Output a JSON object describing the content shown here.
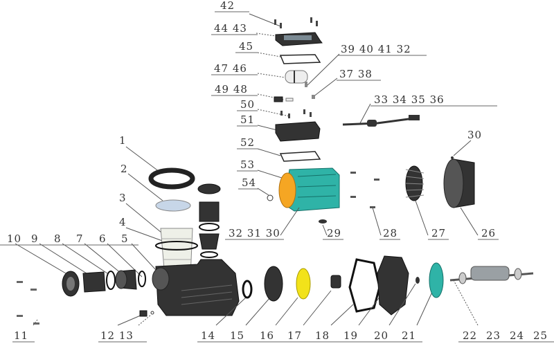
{
  "title": "Pump exploded parts diagram",
  "labels": {
    "l42": "42",
    "l44_43": "44 43",
    "l45": "45",
    "l39_40_41_32": "39 40 41 32",
    "l47_46": "47 46",
    "l37_38": "37 38",
    "l49_48": "49 48",
    "l33_34_35_36": "33 34 35 36",
    "l50": "50",
    "l51": "51",
    "l30_top": "30",
    "l52": "52",
    "l1": "1",
    "l53": "53",
    "l2": "2",
    "l54": "54",
    "l3": "3",
    "l28": "28",
    "l27": "27",
    "l26": "26",
    "l4": "4",
    "l32_31_30": "32 31 30",
    "l29": "29",
    "l10": "10",
    "l9": "9",
    "l8": "8",
    "l7": "7",
    "l6": "6",
    "l5": "5",
    "l11": "11",
    "l12_13": "12 13",
    "l14": "14",
    "l15": "15",
    "l16": "16",
    "l17": "17",
    "l18": "18",
    "l19": "19",
    "l20": "20",
    "l21": "21",
    "l22": "22",
    "l23": "23",
    "l24": "24",
    "l25": "25"
  },
  "colors": {
    "teal": "#2fb3a7",
    "orange": "#f5a623",
    "yellow": "#f2e21a",
    "dark": "#333333"
  }
}
